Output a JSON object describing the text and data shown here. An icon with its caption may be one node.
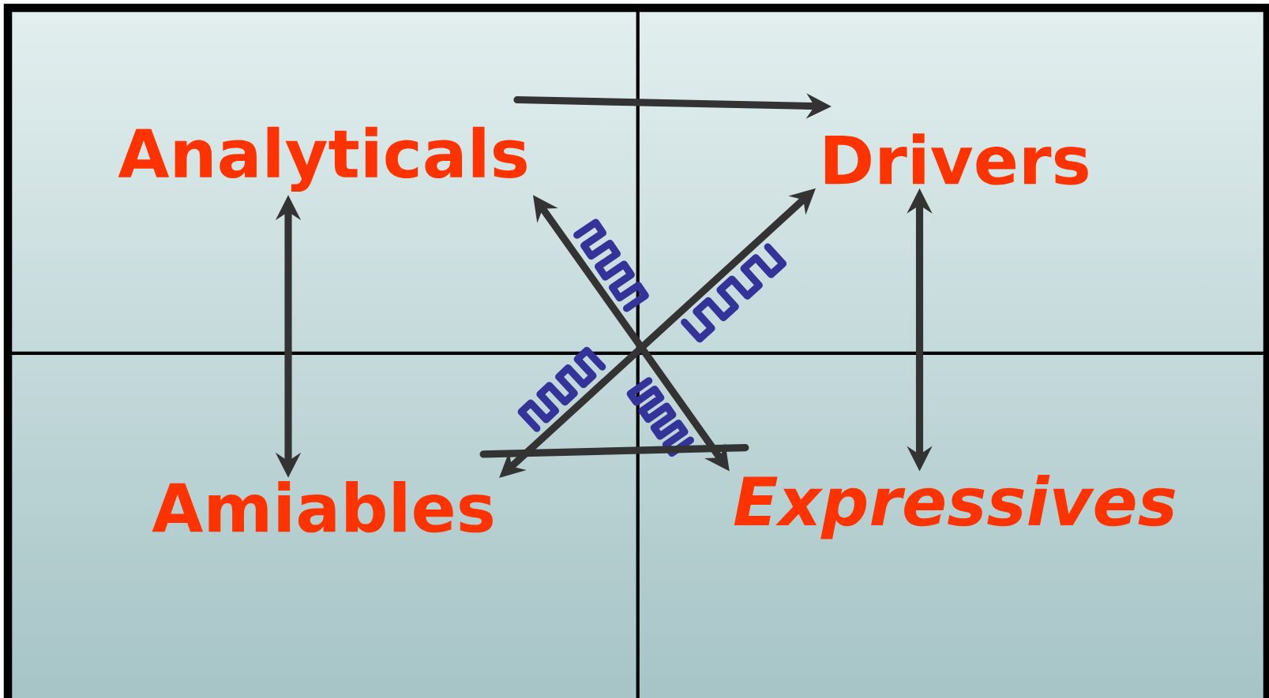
{
  "diagram": {
    "nodes": [
      {
        "text": [
          "Analyticals"
        ]
      },
      {
        "text": [
          "Drivers"
        ]
      },
      {
        "text": [
          "Amiables"
        ]
      },
      {
        "text": [
          "Expressives"
        ]
      }
    ],
    "edges": [
      {
        "from": 0,
        "to": 2,
        "arrow": "both"
      },
      {
        "from": 1,
        "to": 3,
        "arrow": "both"
      },
      {
        "from": 0,
        "to": 3,
        "arrow": "both"
      },
      {
        "from": 2,
        "to": 1,
        "arrow": "both"
      },
      {
        "from": 0,
        "to": 1,
        "arrow": "to"
      },
      {
        "from": 2,
        "to": 3,
        "arrow": "none"
      }
    ]
  }
}
